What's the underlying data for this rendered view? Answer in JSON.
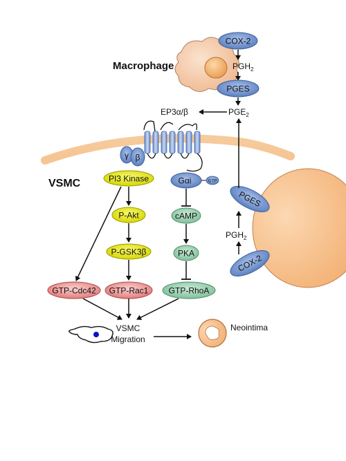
{
  "labels": {
    "macrophage": "Macrophage",
    "vsmc": "VSMC",
    "ep3": "EP3α/β",
    "pge2_main": "PGE",
    "pge2_sub": "2",
    "pgh2_top_main": "PGH",
    "pgh2_top_sub": "2",
    "pgh2_right_main": "PGH",
    "pgh2_right_sub": "2",
    "gamma": "γ",
    "beta": "β",
    "migration_line1": "VSMC",
    "migration_line2": "Migration",
    "neointima": "Neointima",
    "gtp_small": "GTP"
  },
  "nodes": {
    "cox2_top": "COX-2",
    "pges_top": "PGES",
    "pi3k": "PI3 Kinase",
    "pakt": "P-Akt",
    "pgsk": "P-GSK3β",
    "gai": "Gαi",
    "camp": "cAMP",
    "pka": "PKA",
    "cdc42": "GTP-Cdc42",
    "rac1": "GTP-Rac1",
    "rhoa": "GTP-RhoA",
    "pges_right": "PGES",
    "cox2_right": "COX-2"
  },
  "colors": {
    "blue_node": "#6f8fc7",
    "yellow_node": "#e3e31e",
    "green_node": "#9ccfb0",
    "red_node": "#ef9a9a",
    "membrane": "#f7cfa0",
    "macrophage": "#f5cba8",
    "nucleus": "#f2b070",
    "cell_right": "#f7c28e"
  }
}
